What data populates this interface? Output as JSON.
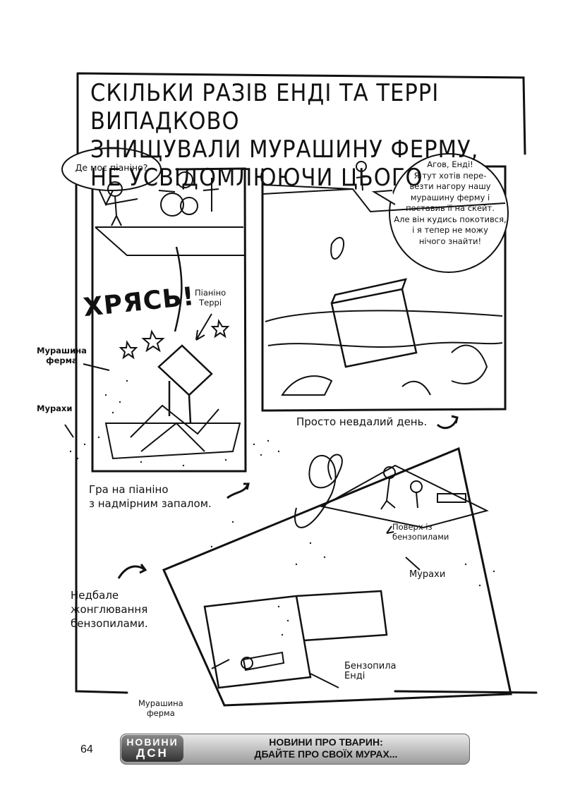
{
  "title": {
    "line1": "СКІЛЬКИ РАЗІВ ЕНДІ ТА ТЕРРІ ВИПАДКОВО",
    "line2": "ЗНИЩУВАЛИ МУРАШИНУ ФЕРМУ,",
    "line3": "НЕ УСВІДОМЛЮЮЧИ ЦЬОГО"
  },
  "panel1": {
    "bubble": "Де моє піаніно?",
    "sound": "ХРЯСЬ!",
    "label_piano": [
      "Піаніно",
      "Террі"
    ],
    "label_farm": [
      "Мурашина",
      "ферма"
    ],
    "label_ants": "Мурахи",
    "caption": [
      "Гра на піаніно",
      "з надмірним запалом."
    ]
  },
  "panel2": {
    "bubble": [
      "Агов, Енді!",
      "Я тут хотів пере-",
      "везти нагору нашу",
      "мурашину ферму і",
      "поставив її на скейт.",
      "Але він кудись покотився,",
      "і я тепер не можу",
      "нічого знайти!"
    ],
    "caption": "Просто невдалий день."
  },
  "panel3": {
    "label_top": [
      "Поверх із",
      "бензопилами"
    ],
    "label_ants": "Мурахи",
    "caption": [
      "Недбале",
      "жонглювання",
      "бензопилами."
    ],
    "label_saw": [
      "Бензопила",
      "Енді"
    ],
    "label_farm": [
      "Мурашина",
      "ферма"
    ]
  },
  "footer": {
    "page_number": "64",
    "badge_line1": "НОВИНИ",
    "badge_line2": "ДСН",
    "headline_line1": "НОВИНИ ПРО ТВАРИН:",
    "headline_line2": "ДБАЙТЕ ПРО СВОЇХ МУРАХ..."
  }
}
